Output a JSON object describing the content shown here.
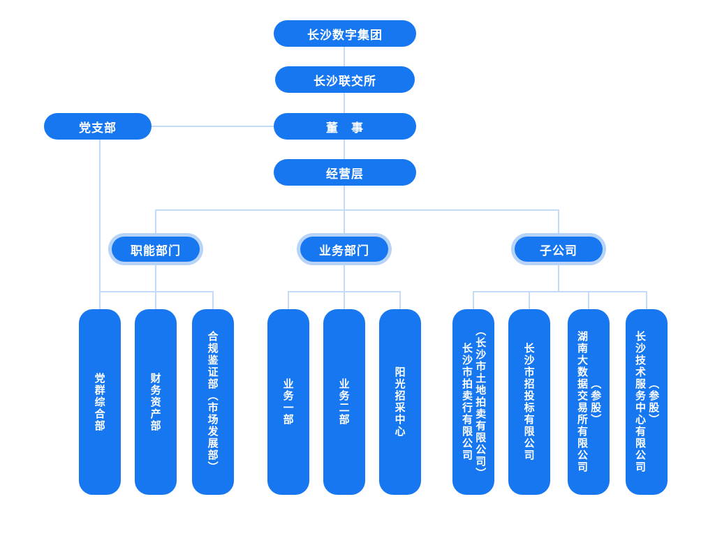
{
  "colors": {
    "node_blue": "#1677f0",
    "halo_light_blue": "#b7d4f8",
    "connector_light_blue": "#c3dbf9",
    "text_white": "#ffffff",
    "background": "#ffffff"
  },
  "chain": [
    {
      "label": "长沙数字集团"
    },
    {
      "label": "长沙联交所"
    },
    {
      "label": "董　事"
    },
    {
      "label": "经营层"
    }
  ],
  "party": {
    "label": "党支部"
  },
  "branches": [
    {
      "label": "职能部门",
      "children": [
        {
          "line1": "党群综合部",
          "line2": ""
        },
        {
          "line1": "财务资产部",
          "line2": ""
        },
        {
          "line1": "合规鉴证部（市场发展部）",
          "line2": ""
        }
      ]
    },
    {
      "label": "业务部门",
      "children": [
        {
          "line1": "业务一部",
          "line2": ""
        },
        {
          "line1": "业务二部",
          "line2": ""
        },
        {
          "line1": "阳光招采中心",
          "line2": ""
        }
      ]
    },
    {
      "label": "子公司",
      "children": [
        {
          "line1": "长沙市拍卖行有限公司",
          "line2": "（长沙市土地拍卖有限公司）"
        },
        {
          "line1": "长沙市招投标有限公司",
          "line2": ""
        },
        {
          "line1": "湖南大数据交易所有限公司",
          "line2": "（参股）"
        },
        {
          "line1": "长沙技术服务中心有限公司",
          "line2": "（参股）"
        }
      ]
    }
  ]
}
